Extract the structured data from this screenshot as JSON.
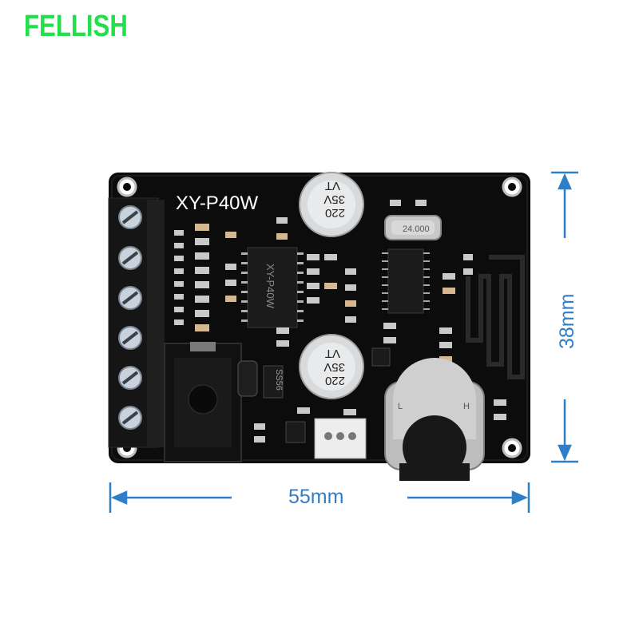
{
  "brand": {
    "text": "FELLISH",
    "color": "#22e04a"
  },
  "product": {
    "model_label": "XY-P40W",
    "capacitor_text": [
      "220",
      "35V",
      "VT"
    ],
    "chip_label": "XY-P40W",
    "diode_label": "SS56",
    "crystal_label": "24.000",
    "pot_marks": [
      "L",
      "H"
    ]
  },
  "dimensions": {
    "width": "55mm",
    "height": "38mm",
    "color": "#2f7fc8"
  },
  "colors": {
    "pcb": "#0d0d0d",
    "terminal": "#1a1a1a",
    "screw": "#c9d3dd"
  }
}
